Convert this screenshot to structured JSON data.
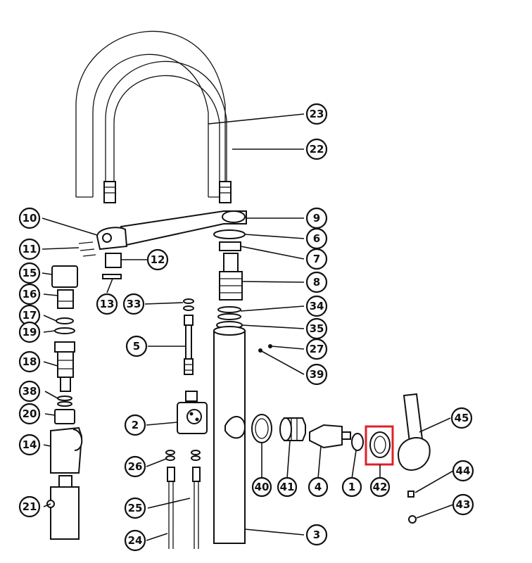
{
  "highlight_color": "#e0202a",
  "highlighted_part": "42",
  "callouts": {
    "p1": "1",
    "p2": "2",
    "p3": "3",
    "p4": "4",
    "p5": "5",
    "p6": "6",
    "p7": "7",
    "p8": "8",
    "p9": "9",
    "p10": "10",
    "p11": "11",
    "p12": "12",
    "p13": "13",
    "p14": "14",
    "p15": "15",
    "p16": "16",
    "p17": "17",
    "p18": "18",
    "p19": "19",
    "p20": "20",
    "p21": "21",
    "p22": "22",
    "p23": "23",
    "p24": "24",
    "p25": "25",
    "p26": "26",
    "p27": "27",
    "p33": "33",
    "p34": "34",
    "p35": "35",
    "p38": "38",
    "p39": "39",
    "p40": "40",
    "p41": "41",
    "p42": "42",
    "p43": "43",
    "p44": "44",
    "p45": "45"
  }
}
